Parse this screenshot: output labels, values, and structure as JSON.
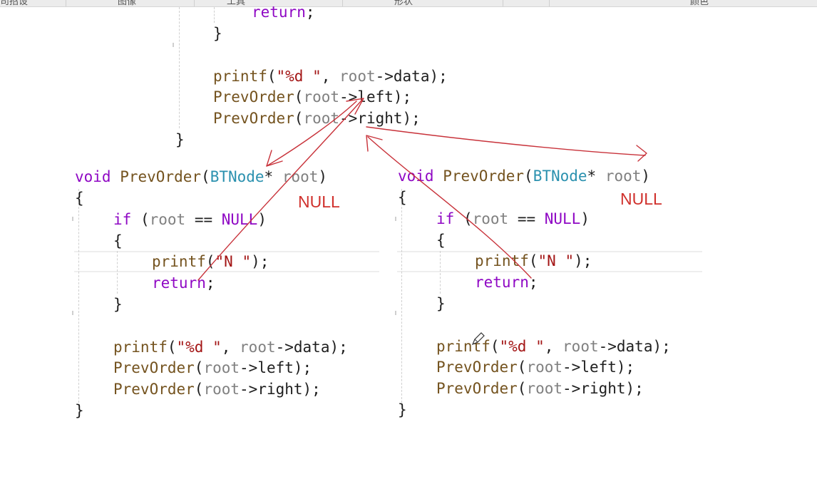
{
  "colors": {
    "keyword": "#8f08c4",
    "function": "#74531f",
    "type": "#2b91af",
    "parameter": "#808080",
    "string": "#a31515",
    "annotation": "#d0312d"
  },
  "topbar": {
    "captions": [
      "司招设",
      "图像",
      "工具",
      "形状",
      "颜色"
    ]
  },
  "top_fragment": {
    "l1": "return",
    "l1_end": ";",
    "l2": "}",
    "printf_fn": "printf",
    "printf_open": "(",
    "printf_str": "\"%d \"",
    "printf_sep": ", ",
    "printf_root": "root",
    "printf_tail": "->data);",
    "left_fn": "PrevOrder",
    "left_open": "(",
    "left_root": "root",
    "left_tail": "->left);",
    "right_fn": "PrevOrder",
    "right_open": "(",
    "right_root": "root",
    "right_tail": "->right);",
    "close": "}"
  },
  "left_call": {
    "void": "void",
    "name": "PrevOrder",
    "open": "(",
    "type": "BTNode",
    "star": "* ",
    "param": "root",
    "close_paren": ")",
    "brace_open": "{",
    "if_kw": "if",
    "if_open": " (",
    "if_root": "root",
    "if_eq": " == ",
    "if_null": "NULL",
    "if_close": ")",
    "inner_open": "{",
    "pn_fn": "printf",
    "pn_open": "(",
    "pn_str": "\"N \"",
    "pn_close": ");",
    "ret_kw": "return",
    "ret_end": ";",
    "inner_close": "}",
    "pd_fn": "printf",
    "pd_open": "(",
    "pd_str": "\"%d \"",
    "pd_sep": ", ",
    "pd_root": "root",
    "pd_tail": "->data);",
    "pl_fn": "PrevOrder",
    "pl_open": "(",
    "pl_root": "root",
    "pl_tail": "->left);",
    "pr_fn": "PrevOrder",
    "pr_open": "(",
    "pr_root": "root",
    "pr_tail": "->right);",
    "brace_close": "}",
    "null_note": "NULL"
  },
  "right_call": {
    "void": "void",
    "name": "PrevOrder",
    "open": "(",
    "type": "BTNode",
    "star": "* ",
    "param": "root",
    "close_paren": ")",
    "brace_open": "{",
    "if_kw": "if",
    "if_open": " (",
    "if_root": "root",
    "if_eq": " == ",
    "if_null": "NULL",
    "if_close": ")",
    "inner_open": "{",
    "pn_fn": "printf",
    "pn_open": "(",
    "pn_str": "\"N \"",
    "pn_close": ");",
    "ret_kw": "return",
    "ret_end": ";",
    "inner_close": "}",
    "pd_fn": "printf",
    "pd_open": "(",
    "pd_str": "\"%d \"",
    "pd_sep": ", ",
    "pd_root": "root",
    "pd_tail": "->data);",
    "pl_fn": "PrevOrder",
    "pl_open": "(",
    "pl_root": "root",
    "pl_tail": "->left);",
    "pr_fn": "PrevOrder",
    "pr_open": "(",
    "pr_root": "root",
    "pr_tail": "->right);",
    "brace_close": "}",
    "null_note": "NULL"
  }
}
